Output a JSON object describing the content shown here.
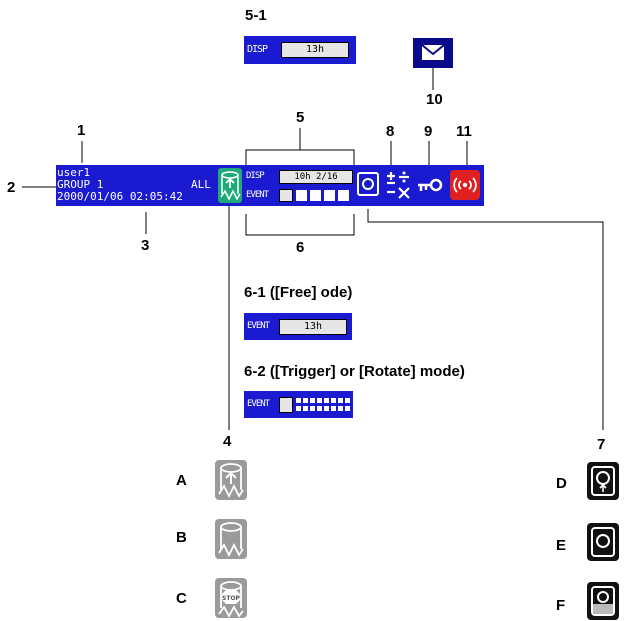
{
  "callouts": {
    "c5_1": "5-1",
    "c10": "10",
    "c1": "1",
    "c2": "2",
    "c3": "3",
    "c5": "5",
    "c6": "6",
    "c8": "8",
    "c9": "9",
    "c11": "11",
    "c4": "4",
    "c7": "7",
    "cA": "A",
    "cB": "B",
    "cC": "C",
    "cD": "D",
    "cE": "E",
    "cF": "F"
  },
  "section_titles": {
    "free_mode": "6-1 ([Free] ode)",
    "trigger_mode": "6-2 ([Trigger] or [Rotate] mode)"
  },
  "status_bar": {
    "user": "user1",
    "group": "GROUP 1",
    "scope": "ALL",
    "datetime": "2000/01/06 02:05:42",
    "disp_label": "DISP",
    "disp_value": "10h 2/16",
    "event_label": "EVENT"
  },
  "disp_box": {
    "label": "DISP",
    "value": "13h"
  },
  "free_mode_box": {
    "label": "EVENT",
    "value": "13h"
  },
  "trigger_mode_box": {
    "label": "EVENT"
  },
  "icons": {
    "mail": "mail-icon",
    "memory_sample": "memory-sample-icon",
    "math": "math-icon",
    "key_lock": "key-lock-icon",
    "alarm_output": "alarm-signal-icon",
    "media": "media-icon"
  },
  "colors": {
    "panel_blue": "#1a1ad0",
    "memory_green": "#1fa87a",
    "alarm_red": "#e02020",
    "icon_gray": "#9a9a9a"
  }
}
